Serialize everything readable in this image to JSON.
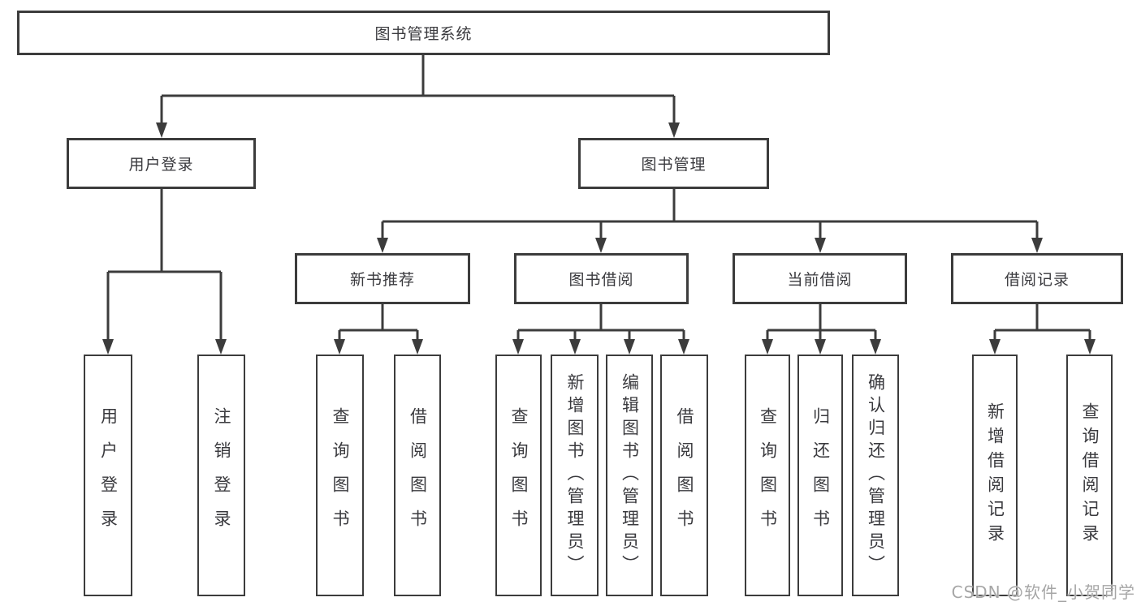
{
  "diagram": {
    "nodes": {
      "root": {
        "label": "图书管理系统"
      },
      "user_login": {
        "label": "用户登录"
      },
      "book_mgmt": {
        "label": "图书管理"
      },
      "new_book_rec": {
        "label": "新书推荐"
      },
      "book_borrow": {
        "label": "图书借阅"
      },
      "current_borrow": {
        "label": "当前借阅"
      },
      "borrow_records": {
        "label": "借阅记录"
      }
    },
    "leaves": [
      {
        "label": "用户登录"
      },
      {
        "label": "注销登录"
      },
      {
        "label": "查询图书"
      },
      {
        "label": "借阅图书"
      },
      {
        "label": "查询图书"
      },
      {
        "label": "新增图书（管理员）"
      },
      {
        "label": "编辑图书（管理员）"
      },
      {
        "label": "借阅图书"
      },
      {
        "label": "查询图书"
      },
      {
        "label": "归还图书"
      },
      {
        "label": "确认归还（管理员）"
      },
      {
        "label": "新增借阅记录"
      },
      {
        "label": "查询借阅记录"
      }
    ],
    "watermark": "CSDN @软件_小贺同学",
    "colors": {
      "line": "#3c3c3c",
      "text": "#3a3a3e",
      "watermark": "#a6a6a6",
      "background": "#ffffff"
    }
  }
}
